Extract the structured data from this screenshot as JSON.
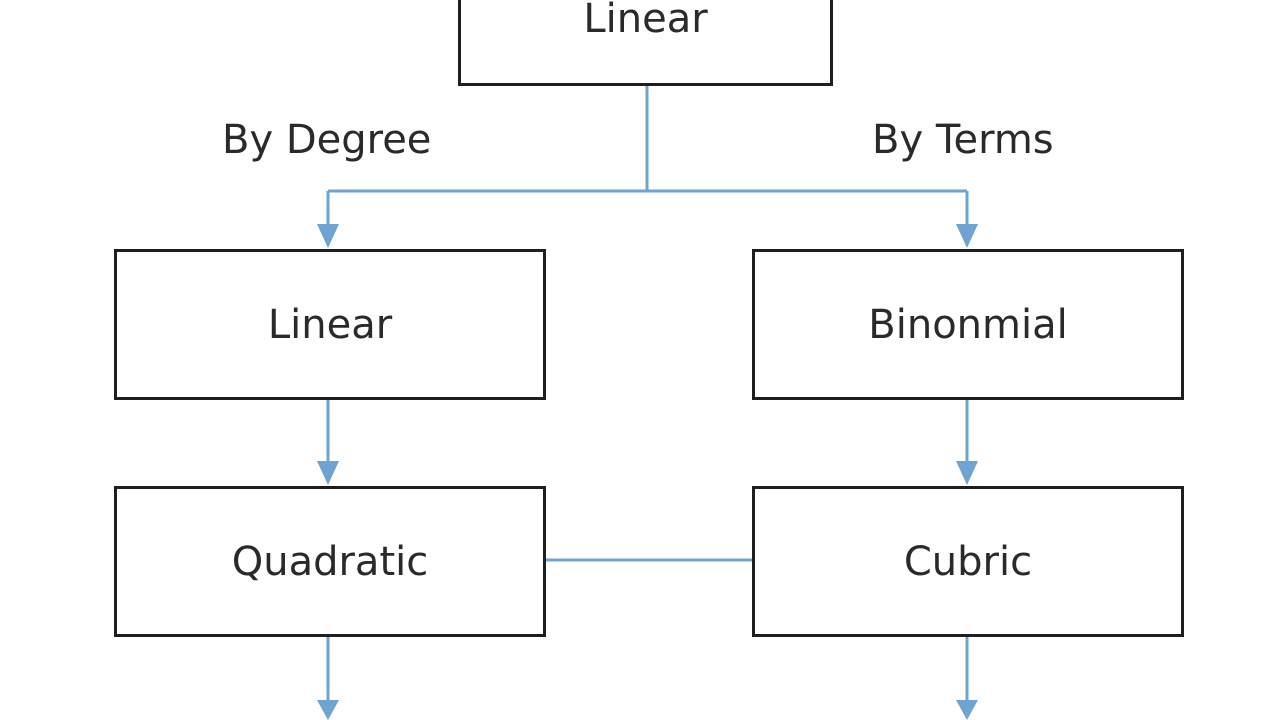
{
  "diagram": {
    "nodes": {
      "root": "Linear",
      "linear": "Linear",
      "binomial": "Binonmial",
      "quadratic": "Quadratic",
      "cubic": "Cubric"
    },
    "branch_labels": {
      "left": "By Degree",
      "right": "By Terms"
    }
  },
  "colors": {
    "connector": "#6fa3d2",
    "node_border": "#1f1f1f",
    "text": "#2a2a2a",
    "background": "#ffffff"
  }
}
